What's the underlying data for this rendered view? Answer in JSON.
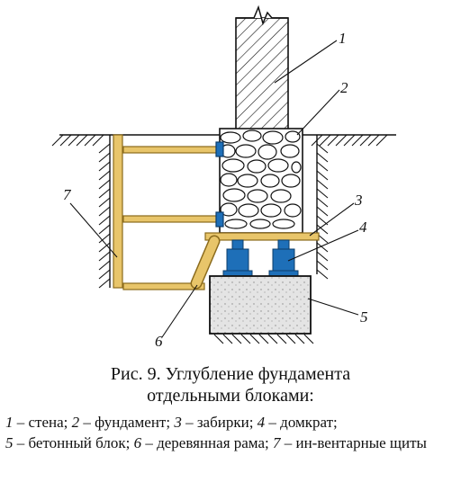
{
  "figure": {
    "labels": [
      "1",
      "2",
      "3",
      "4",
      "5",
      "6",
      "7"
    ],
    "colors": {
      "wood": "#e8c56a",
      "wood_edge": "#8a6a1c",
      "jack": "#1e6fb8",
      "block": "#e6e6e6",
      "wall": "#ffffff",
      "ink": "#111111"
    }
  },
  "caption": {
    "line1": "Рис. 9.  Углубление фундамента",
    "line2": "отдельными блоками:",
    "legend": [
      {
        "num": "1",
        "text": " – стена; "
      },
      {
        "num": "2",
        "text": " – фундамент; "
      },
      {
        "num": "3",
        "text": " – забирки; "
      },
      {
        "num": "4",
        "text": " – домкрат;"
      },
      {
        "num": "5",
        "text": " – бетонный блок; "
      },
      {
        "num": "6",
        "text": " – деревянная рама; "
      },
      {
        "num": "7",
        "text": " – ин-вентарные щиты"
      }
    ]
  }
}
